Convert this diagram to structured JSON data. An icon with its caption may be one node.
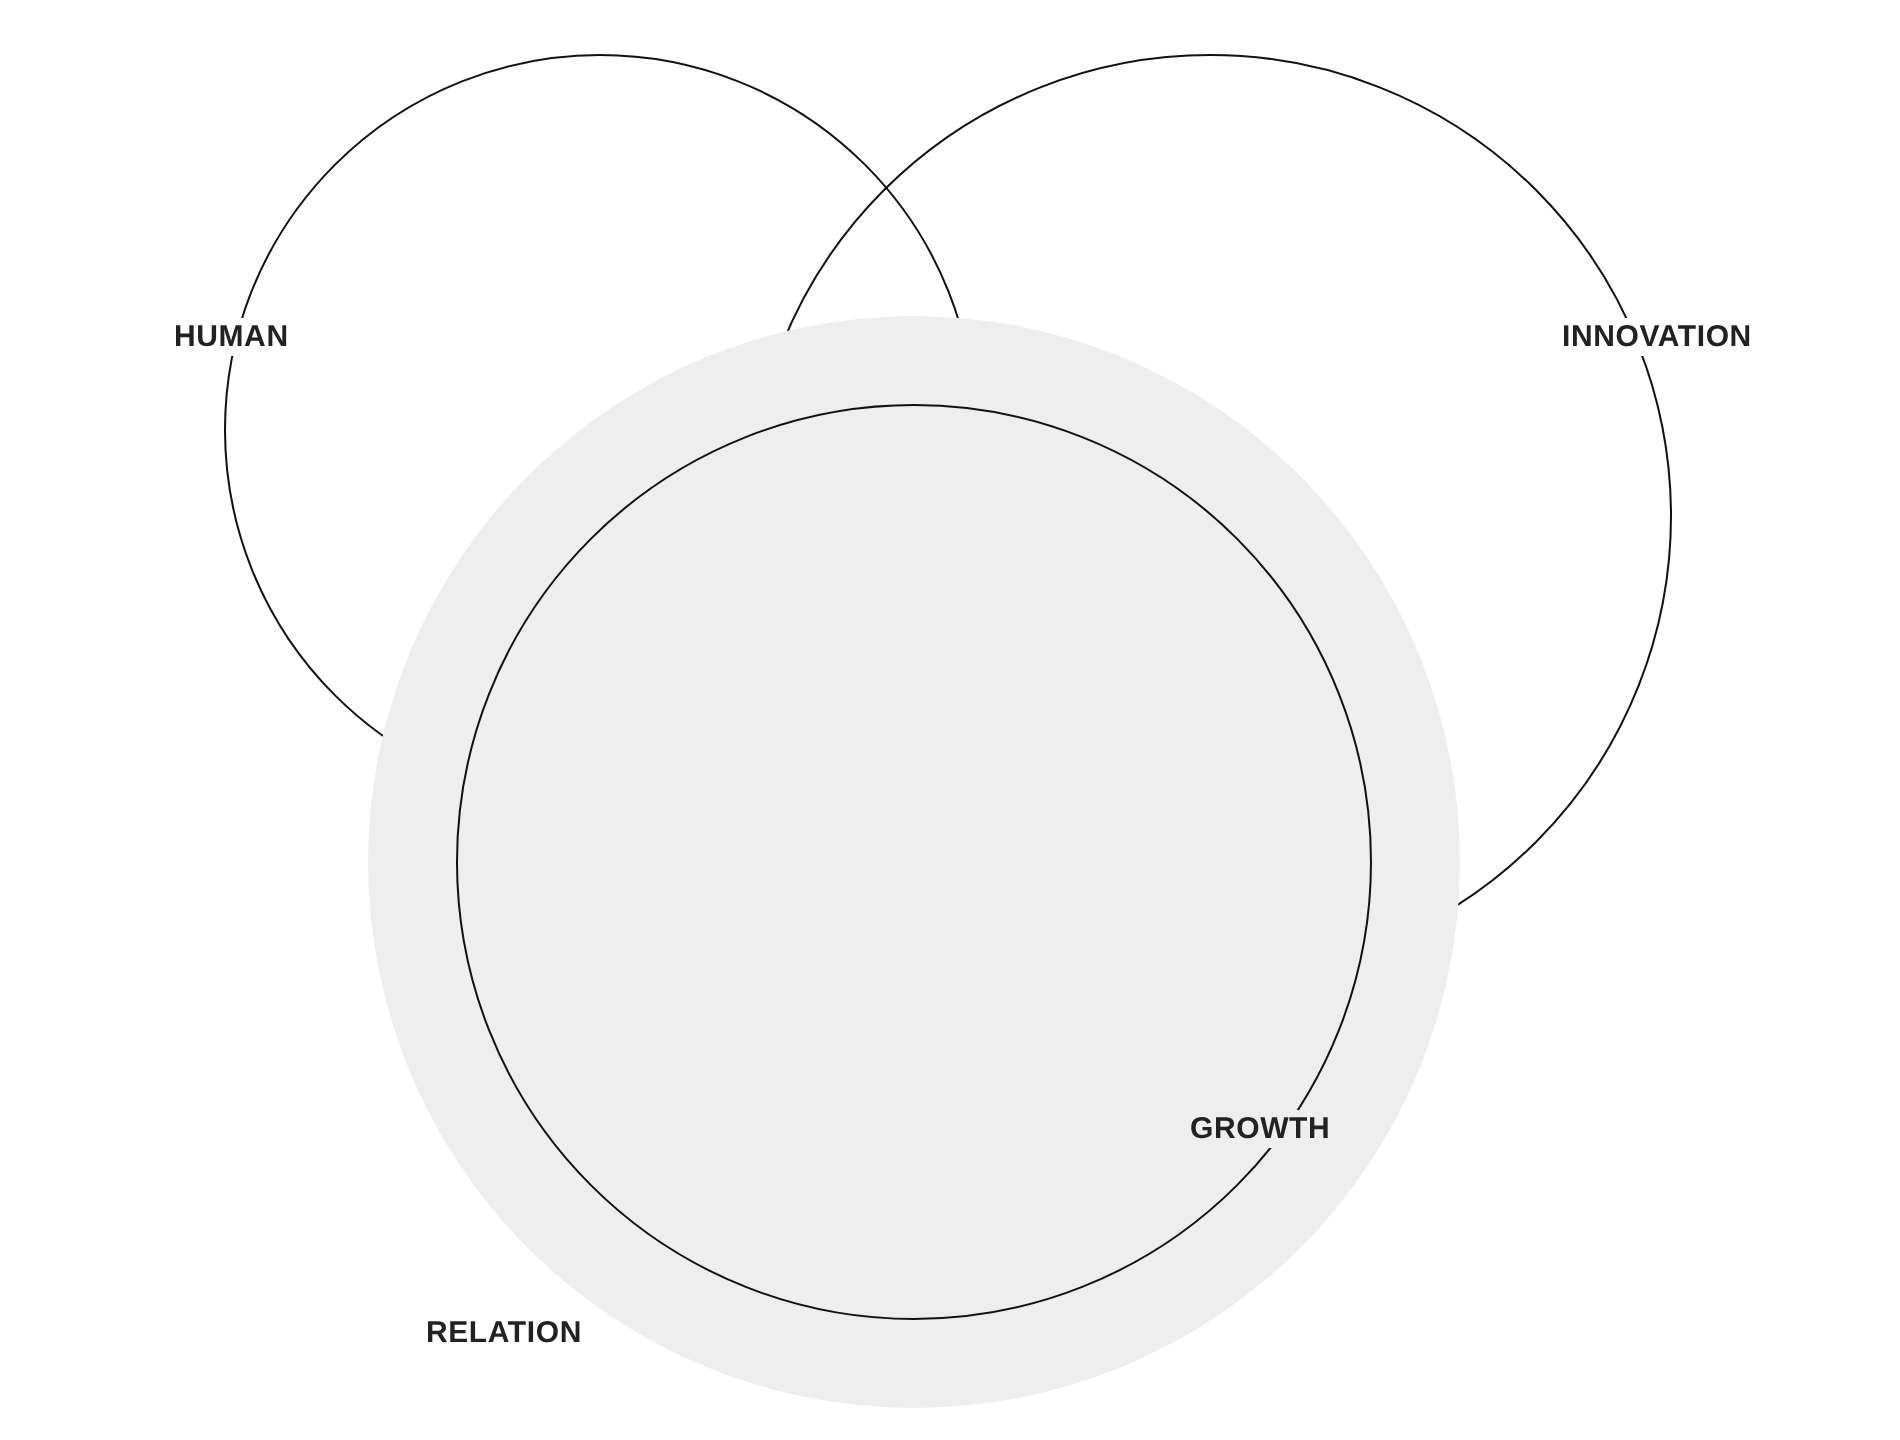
{
  "diagram": {
    "nodes": [
      {
        "text": [
          "HUMAN"
        ]
      },
      {
        "text": [
          "INNOVATION"
        ]
      },
      {
        "text": [
          "RELATION"
        ]
      },
      {
        "text": [
          "GROWTH"
        ],
        "in": 2
      }
    ]
  }
}
